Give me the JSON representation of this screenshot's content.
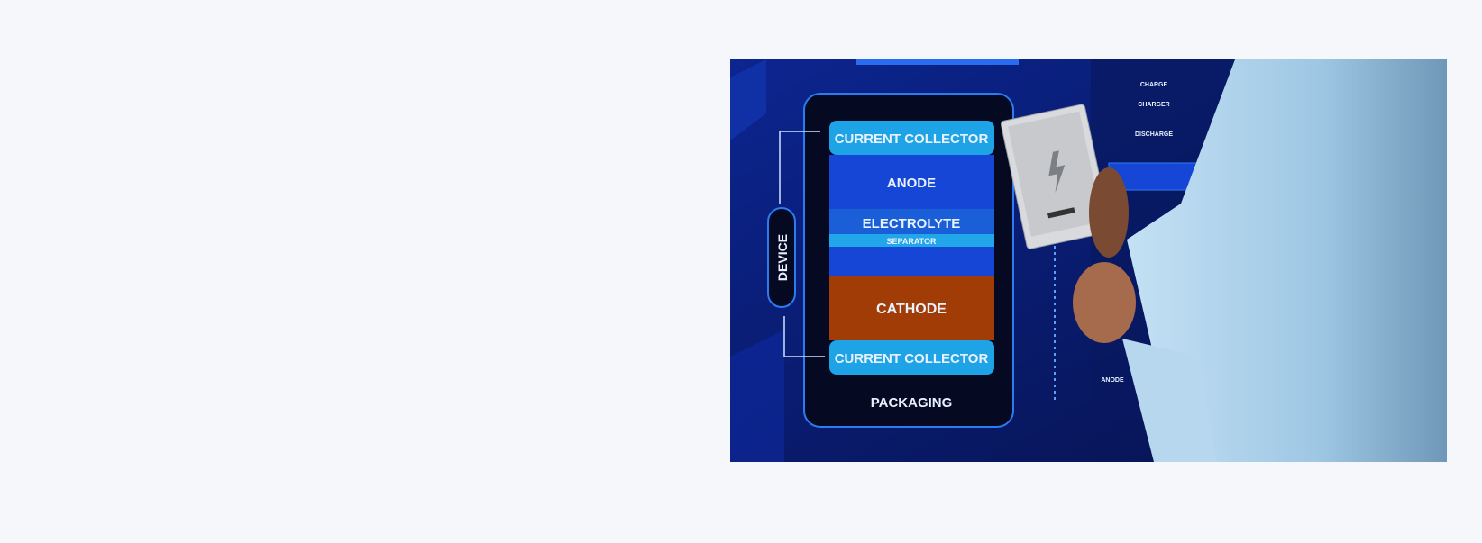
{
  "hero": {
    "colors": {
      "page_bg": "#f5f7fb",
      "screen_bg": "#0a1a6e",
      "collector": "#1ea3e6",
      "anode": "#1546d6",
      "cathode": "#a23c07",
      "shirt": "#a9cfe8"
    },
    "diagram": {
      "layers": {
        "top_collector": "CURRENT COLLECTOR",
        "anode": "ANODE",
        "electrolyte": "ELECTROLYTE",
        "separator": "SEPARATOR",
        "cathode": "CATHODE",
        "bottom_collector": "CURRENT COLLECTOR",
        "packaging": "PACKAGING"
      },
      "device": "DEVICE",
      "side_panel": {
        "charge": "CHARGE",
        "charger": "CHARGER",
        "discharge": "DISCHARGE",
        "anode": "ANODE"
      }
    },
    "battery_icon": "lightning-bolt-icon"
  }
}
